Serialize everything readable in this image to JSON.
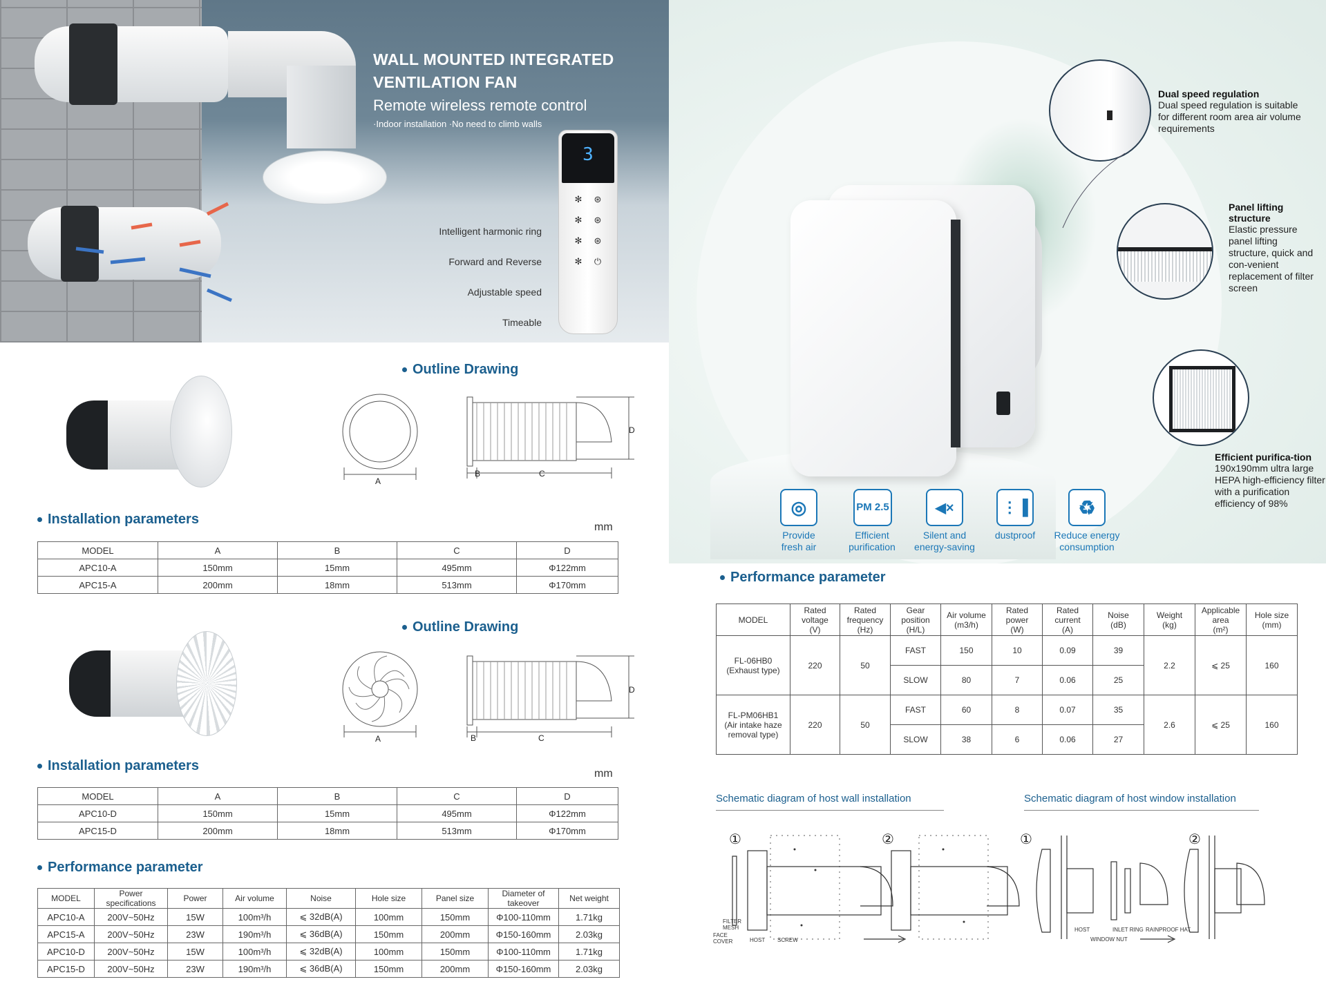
{
  "banner": {
    "title_line1": "WALL MOUNTED INTEGRATED",
    "title_line2": "VENTILATION FAN",
    "subtitle": "Remote wireless remote control",
    "note": "·Indoor installation ·No need to climb walls",
    "features": [
      "Intelligent harmonic ring",
      "Forward and Reverse",
      "Adjustable speed",
      "Timeable"
    ],
    "remote_display": "3"
  },
  "outline1": {
    "title": "Outline Drawing",
    "labels": {
      "a": "A",
      "b": "B",
      "c": "C",
      "d": "D"
    }
  },
  "install1": {
    "title": "Installation parameters",
    "unit": "mm",
    "headers": [
      "MODEL",
      "A",
      "B",
      "C",
      "D"
    ],
    "rows": [
      [
        "APC10-A",
        "150mm",
        "15mm",
        "495mm",
        "Φ122mm"
      ],
      [
        "APC15-A",
        "200mm",
        "18mm",
        "513mm",
        "Φ170mm"
      ]
    ]
  },
  "outline2": {
    "title": "Outline Drawing",
    "labels": {
      "a": "A",
      "b": "B",
      "c": "C",
      "d": "D"
    }
  },
  "install2": {
    "title": "Installation parameters",
    "unit": "mm",
    "headers": [
      "MODEL",
      "A",
      "B",
      "C",
      "D"
    ],
    "rows": [
      [
        "APC10-D",
        "150mm",
        "15mm",
        "495mm",
        "Φ122mm"
      ],
      [
        "APC15-D",
        "200mm",
        "18mm",
        "513mm",
        "Φ170mm"
      ]
    ]
  },
  "perf_left": {
    "title": "Performance parameter",
    "headers": [
      "MODEL",
      "Power specifications",
      "Power",
      "Air volume",
      "Noise",
      "Hole size",
      "Panel size",
      "Diameter of takeover",
      "Net weight"
    ],
    "rows": [
      [
        "APC10-A",
        "200V~50Hz",
        "15W",
        "100m³/h",
        "⩽ 32dB(A)",
        "100mm",
        "150mm",
        "Φ100-110mm",
        "1.71kg"
      ],
      [
        "APC15-A",
        "200V~50Hz",
        "23W",
        "190m³/h",
        "⩽ 36dB(A)",
        "150mm",
        "200mm",
        "Φ150-160mm",
        "2.03kg"
      ],
      [
        "APC10-D",
        "200V~50Hz",
        "15W",
        "100m³/h",
        "⩽ 32dB(A)",
        "100mm",
        "150mm",
        "Φ100-110mm",
        "1.71kg"
      ],
      [
        "APC15-D",
        "200V~50Hz",
        "23W",
        "190m³/h",
        "⩽ 36dB(A)",
        "150mm",
        "200mm",
        "Φ150-160mm",
        "2.03kg"
      ]
    ]
  },
  "right": {
    "callouts": [
      {
        "title": "Dual speed regulation",
        "body": "Dual speed regulation is suitable for different room area air volume requirements"
      },
      {
        "title": "Panel lifting structure",
        "body": "Elastic pressure panel lifting structure, quick and con-venient replacement of filter screen"
      },
      {
        "title": "Efficient purifica-tion",
        "body": "190x190mm ultra large HEPA high-efficiency filter with a purification efficiency of 98%"
      }
    ],
    "icons": [
      {
        "label1": "Provide",
        "label2": "fresh air",
        "glyph": "◎"
      },
      {
        "label1": "Efficient",
        "label2": "purification",
        "glyph": "PM 2.5"
      },
      {
        "label1": "Silent and",
        "label2": "energy-saving",
        "glyph": "◀×"
      },
      {
        "label1": "dustproof",
        "label2": "",
        "glyph": "⋮▐"
      },
      {
        "label1": "Reduce energy",
        "label2": "consumption",
        "glyph": "♻"
      }
    ]
  },
  "perf_right": {
    "title": "Performance parameter",
    "headers": [
      [
        "MODEL",
        ""
      ],
      [
        "Rated voltage",
        "(V)"
      ],
      [
        "Rated frequency",
        "(Hz)"
      ],
      [
        "Gear position",
        "(H/L)"
      ],
      [
        "Air volume",
        "(m3/h)"
      ],
      [
        "Rated power",
        "(W)"
      ],
      [
        "Rated current",
        "(A)"
      ],
      [
        "Noise",
        "(dB)"
      ],
      [
        "Weight",
        "(kg)"
      ],
      [
        "Applicable area",
        "(m²)"
      ],
      [
        "Hole size",
        "(mm)"
      ]
    ],
    "models": [
      {
        "name1": "FL-06HB0",
        "name2": "(Exhaust type)",
        "name3": "",
        "voltage": "220",
        "freq": "50",
        "weight": "2.2",
        "area": "⩽ 25",
        "hole": "160",
        "gears": [
          {
            "gear": "FAST",
            "air": "150",
            "power": "10",
            "current": "0.09",
            "noise": "39"
          },
          {
            "gear": "SLOW",
            "air": "80",
            "power": "7",
            "current": "0.06",
            "noise": "25"
          }
        ]
      },
      {
        "name1": "FL-PM06HB1",
        "name2": "(Air intake haze",
        "name3": "removal type)",
        "voltage": "220",
        "freq": "50",
        "weight": "2.6",
        "area": "⩽ 25",
        "hole": "160",
        "gears": [
          {
            "gear": "FAST",
            "air": "60",
            "power": "8",
            "current": "0.07",
            "noise": "35"
          },
          {
            "gear": "SLOW",
            "air": "38",
            "power": "6",
            "current": "0.06",
            "noise": "27"
          }
        ]
      }
    ]
  },
  "schematic": {
    "wall_title": "Schematic diagram of host wall installation",
    "window_title": "Schematic diagram of host window installation",
    "step1": "①",
    "step2": "②",
    "wall_labels": {
      "filter": "FILTER",
      "mesh": "MESH",
      "face": "FACE",
      "cover": "COVER",
      "host": "HOST",
      "screw": "SCREW"
    },
    "window_labels": {
      "host": "HOST",
      "inlet": "INLET RING",
      "hat": "RAINPROOF HAT",
      "nut": "WINDOW NUT"
    }
  }
}
